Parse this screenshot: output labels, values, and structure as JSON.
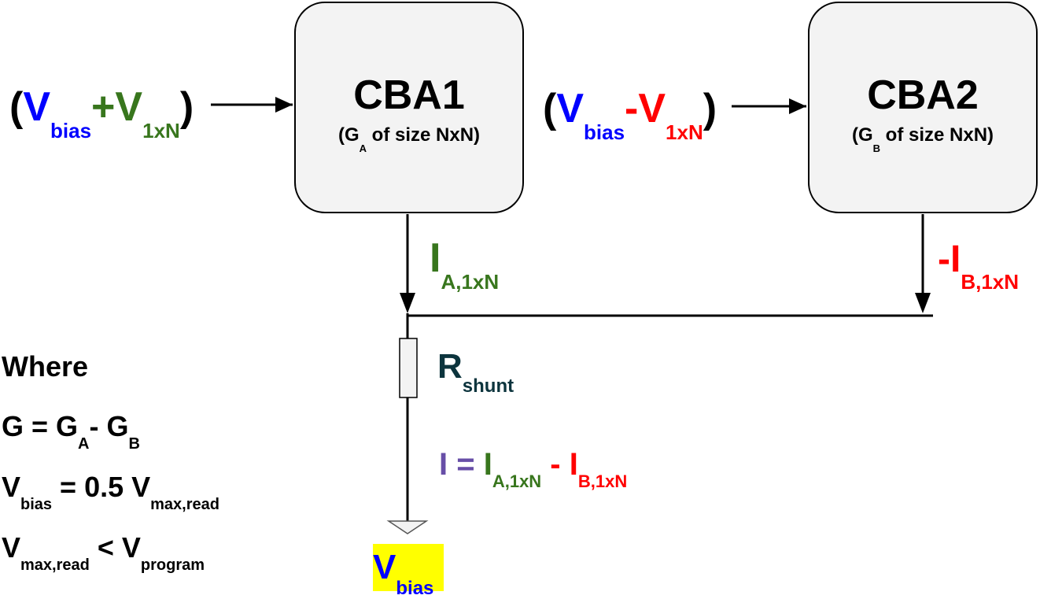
{
  "colors": {
    "blue": "#0000ff",
    "green": "#38761d",
    "red": "#ff0000",
    "teal": "#0c343d",
    "purple": "#674ea7",
    "black": "#000000",
    "box_fill": "#f3f3f3",
    "highlight": "#ffff00"
  },
  "cba1": {
    "title": "CBA1",
    "sub_open": "(G",
    "sub_subscript": "A",
    "sub_rest": " of size NxN)"
  },
  "cba2": {
    "title": "CBA2",
    "sub_open": "(G",
    "sub_subscript": "B",
    "sub_rest": " of size NxN)"
  },
  "input_a": {
    "open": "(",
    "v": "V",
    "v_sub": "bias",
    "op": "+V",
    "op_sub": "1xN",
    "close": ")"
  },
  "input_b": {
    "open": "(",
    "v": "V",
    "v_sub": "bias",
    "op": "-V",
    "op_sub": "1xN",
    "close": ")"
  },
  "current_a": {
    "main": "I",
    "sub": "A,1xN"
  },
  "current_b": {
    "main": "-I",
    "sub": "B,1xN"
  },
  "shunt": {
    "main": "R",
    "sub": "shunt"
  },
  "formula_i": {
    "lhs": "I = ",
    "a_main": "I",
    "a_sub": "A,1xN",
    "minus": " - ",
    "b_main": "I",
    "b_sub": "B,1xN"
  },
  "ground_label": {
    "main": "V",
    "sub": "bias"
  },
  "where": {
    "heading": "Where",
    "line1": {
      "a": "G = G",
      "a_sub": "A",
      "b": "- G",
      "b_sub": "B"
    },
    "line2": {
      "a": "V",
      "a_sub": "bias",
      "b": " = 0.5 V",
      "b_sub": "max,read"
    },
    "line3": {
      "a": "V",
      "a_sub": "max,read",
      "b": " < V",
      "b_sub": "program"
    }
  }
}
